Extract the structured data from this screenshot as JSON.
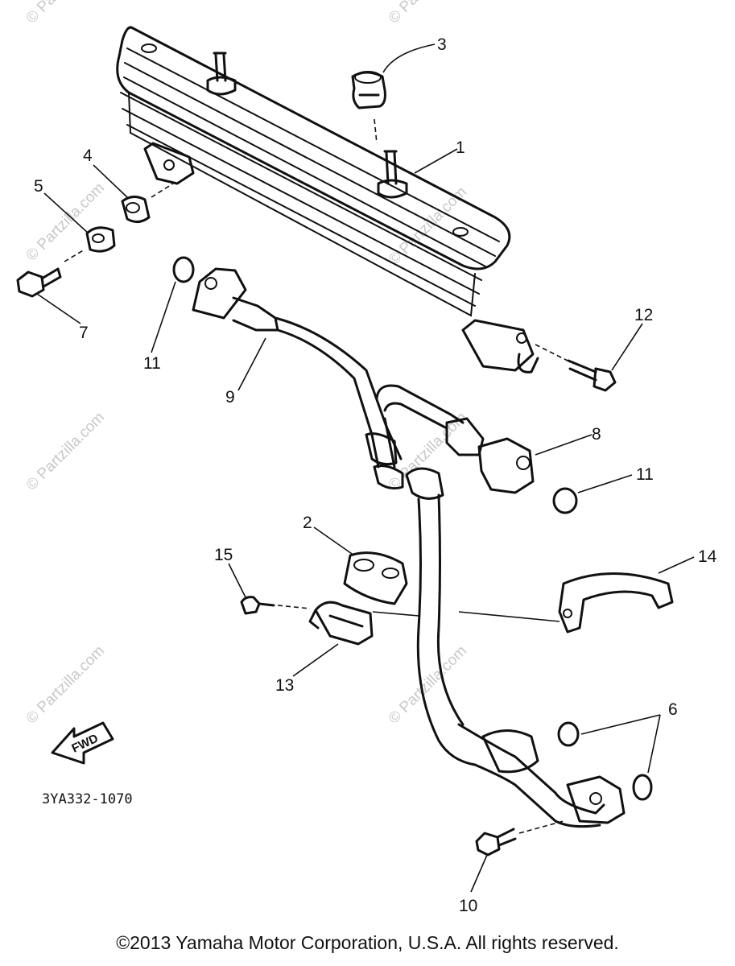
{
  "diagram": {
    "drawing_code": "3YA332-1070",
    "fwd_label": "FWD",
    "watermark": "© Partzilla.com",
    "callouts": {
      "c1": "1",
      "c2": "2",
      "c3": "3",
      "c4": "4",
      "c5": "5",
      "c6": "6",
      "c7": "7",
      "c8": "8",
      "c9": "9",
      "c10": "10",
      "c11a": "11",
      "c11b": "11",
      "c12": "12",
      "c13": "13",
      "c14": "14",
      "c15": "15"
    }
  },
  "footer": {
    "copyright": "©2013 Yamaha Motor Corporation, U.S.A. All rights reserved."
  }
}
